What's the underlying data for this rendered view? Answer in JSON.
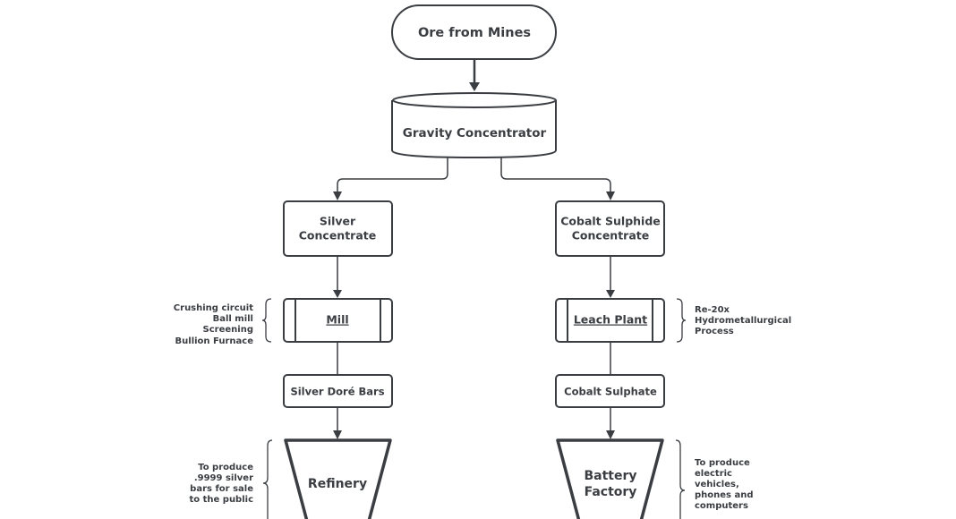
{
  "title": "Ore processing flowchart",
  "nodes": {
    "ore": {
      "label": "Ore from Mines",
      "shape": "terminator"
    },
    "gravity": {
      "label": "Gravity Concentrator",
      "shape": "cylinder"
    },
    "silver_conc": {
      "lines": [
        "Silver",
        "Concentrate"
      ],
      "shape": "process"
    },
    "cobalt_conc": {
      "lines": [
        "Cobalt Sulphide",
        "Concentrate"
      ],
      "shape": "process"
    },
    "mill": {
      "label": "Mill",
      "shape": "predefined-process",
      "underlined": true
    },
    "leach": {
      "label": "Leach Plant",
      "shape": "predefined-process",
      "underlined": true
    },
    "dore": {
      "label": "Silver Doré Bars",
      "shape": "process"
    },
    "sulphate": {
      "label": "Cobalt Sulphate",
      "shape": "process"
    },
    "refinery": {
      "label": "Refinery",
      "shape": "manual-operation"
    },
    "battery": {
      "lines": [
        "Battery",
        "Factory"
      ],
      "shape": "manual-operation"
    }
  },
  "edges": [
    {
      "from": "ore",
      "to": "gravity"
    },
    {
      "from": "gravity",
      "to": "silver_conc"
    },
    {
      "from": "gravity",
      "to": "cobalt_conc"
    },
    {
      "from": "silver_conc",
      "to": "mill"
    },
    {
      "from": "cobalt_conc",
      "to": "leach"
    },
    {
      "from": "mill",
      "to": "dore"
    },
    {
      "from": "leach",
      "to": "sulphate"
    },
    {
      "from": "dore",
      "to": "refinery"
    },
    {
      "from": "sulphate",
      "to": "battery"
    }
  ],
  "annotations": {
    "mill_note": [
      "Crushing circuit",
      "Ball mill",
      "Screening",
      "Bullion Furnace"
    ],
    "leach_note": [
      "Re-20x",
      "Hydrometallurgical",
      "Process"
    ],
    "refinery_note": [
      "To produce",
      ".9999 silver",
      "bars for sale",
      "to the public"
    ],
    "battery_note": [
      "To produce",
      "electric",
      "vehicles,",
      "phones and",
      "computers"
    ]
  },
  "colors": {
    "stroke": "#3a3d42",
    "fill": "#ffffff",
    "text": "#3a3d42"
  }
}
